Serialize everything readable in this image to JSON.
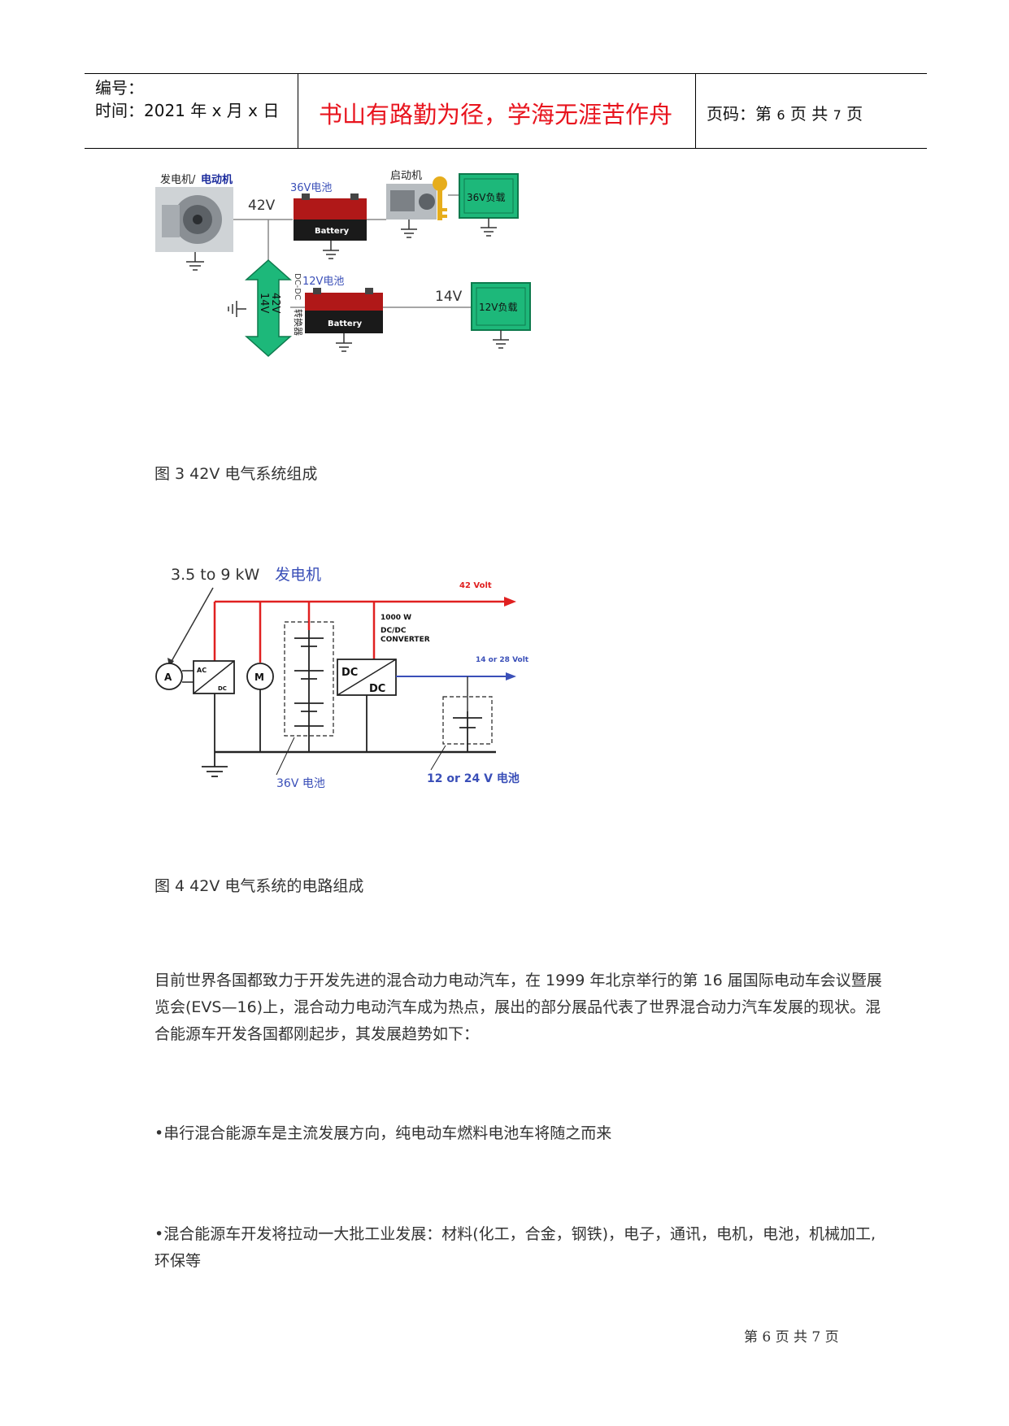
{
  "header": {
    "code_label": "编号：",
    "time_label": "时间：2021 年 x 月 x 日",
    "motto": "书山有路勤为径，学海无涯苦作舟",
    "page_prefix": "页码：第",
    "page_num": "6",
    "page_mid": "页  共",
    "page_total": "7",
    "page_suffix": "页"
  },
  "figure3": {
    "caption": "图 3   42V 电气系统组成",
    "labels": {
      "generator": "发电机/",
      "motor": "电动机",
      "v42": "42V",
      "battery36": "36V电池",
      "starter": "启动机",
      "load36": "36V负载",
      "battery_text": "Battery",
      "dcdc": "DC-DC",
      "converter": "转换器",
      "arrow_42": "42V",
      "arrow_14": "14V",
      "battery12": "12V电池",
      "v14": "14V",
      "load12": "12V负载"
    }
  },
  "figure4": {
    "caption": "图 4   42V 电气系统的电路组成",
    "labels": {
      "gen_power_prefix": "3.5  to  9 kW",
      "gen_power_suffix": "发电机",
      "v42_out": "42 Volt",
      "conv_power": "1000 W",
      "conv_line1": "DC/DC",
      "conv_line2": "CONVERTER",
      "v14_out": "14 or 28 Volt",
      "alt": "A",
      "ac": "AC",
      "dc_small": "DC",
      "motor": "M",
      "dc_big1": "DC",
      "dc_big2": "DC",
      "bat36": "36V 电池",
      "bat12": "12 or 24 V 电池"
    }
  },
  "body": {
    "paragraph": "目前世界各国都致力于开发先进的混合动力电动汽车，在 1999 年北京举行的第 16 届国际电动车会议暨展览会(EVS—16)上，混合动力电动汽车成为热点，展出的部分展品代表了世界混合动力汽车发展的现状。混合能源车开发各国都刚起步，其发展趋势如下：",
    "bullet1": "•串行混合能源车是主流发展方向，纯电动车燃料电池车将随之而来",
    "bullet2": "•混合能源车开发将拉动一大批工业发展：材料(化工，合金，钢铁)，电子，通讯，电机，电池，机械加工, 环保等"
  },
  "footer": {
    "text": "第 6 页 共 7 页"
  },
  "colors": {
    "motto": "#e8141e",
    "green_box": "#1db87a",
    "red_bus": "#e02020",
    "blue_bus": "#3a4fb8"
  }
}
